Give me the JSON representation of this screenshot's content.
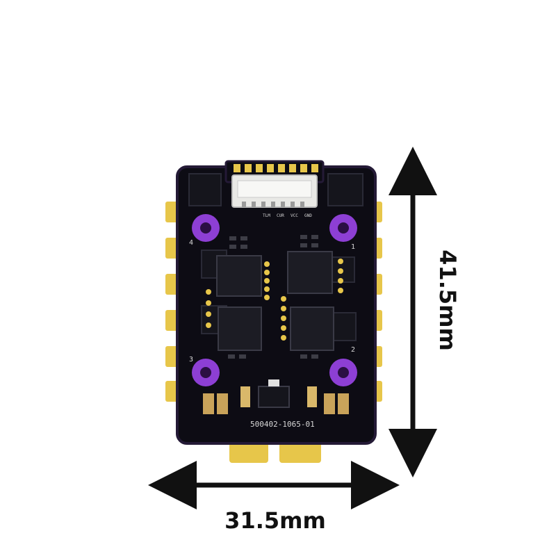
{
  "product": {
    "pcb_code": "500402-1065-01",
    "motor_labels": [
      "1",
      "2",
      "3",
      "4"
    ],
    "connector_pin_labels": [
      "VCC",
      "CUR",
      "TLM",
      "GND"
    ]
  },
  "dimensions": {
    "width_label": "31.5mm",
    "height_label": "41.5mm"
  },
  "colors": {
    "background": "#ffffff",
    "pcb": "#0d0c14",
    "pcb_edge": "#241a36",
    "gold_pad": "#e7c64a",
    "purple_standoff": "#8d3fd4",
    "arrow": "#111111"
  }
}
